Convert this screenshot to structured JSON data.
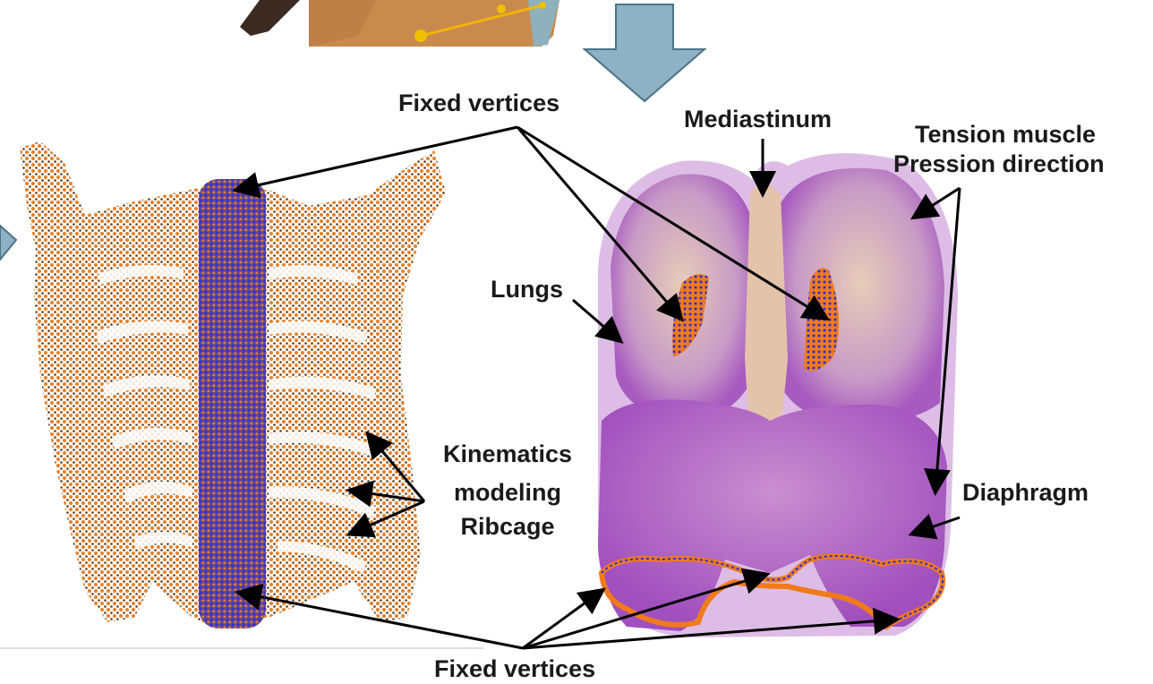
{
  "labels": {
    "fixed_vertices_top": "Fixed  vertices",
    "mediastinum": "Mediastinum",
    "tension_muscle": "Tension muscle",
    "pression_direction": "Pression  direction",
    "lungs": "Lungs",
    "kinematics": "Kinematics",
    "modeling": "modeling",
    "ribcage": "Ribcage",
    "diaphragm": "Diaphragm",
    "fixed_vertices_bottom": "Fixed  vertices"
  },
  "colors": {
    "ribcage_orange": "#e8832a",
    "ribcage_dark": "#5a3a1a",
    "spine_blue": "#3a2fd0",
    "lung_purple": "#b36cc6",
    "lung_light": "#d9b7a2",
    "fixed_orange": "#f07a1c",
    "arrow_blue": "#8fb1c4",
    "arrow_stroke": "#4a7387"
  },
  "icons": {
    "down_arrow": "down-arrow-icon",
    "left_arrow": "right-arrow-icon"
  }
}
